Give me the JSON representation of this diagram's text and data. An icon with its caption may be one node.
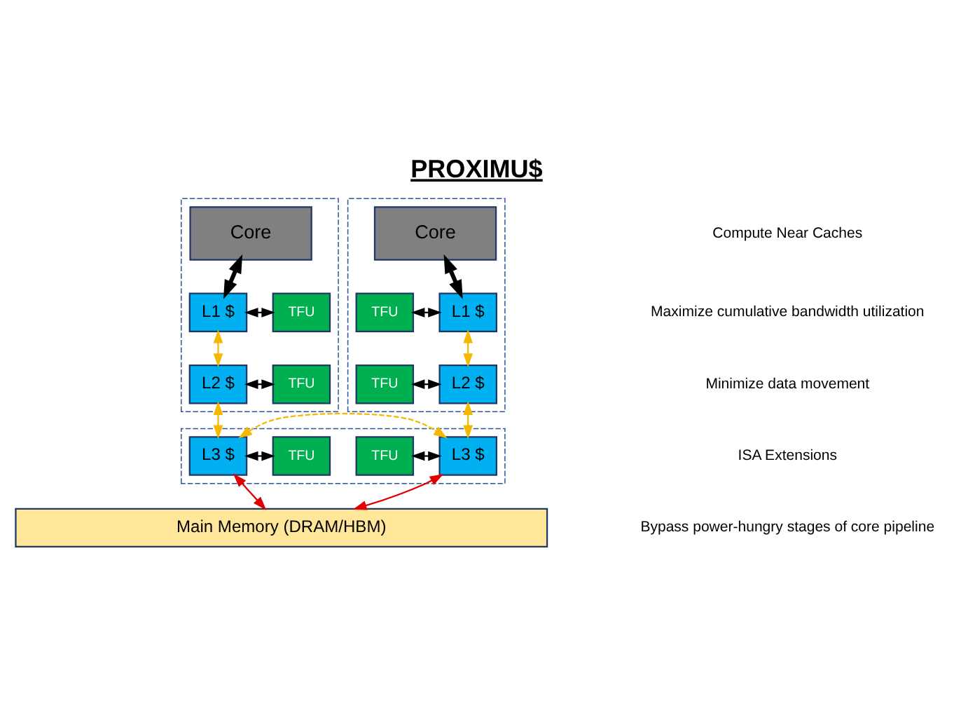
{
  "diagram": {
    "title": "PROXIMU$",
    "nodes": [
      {
        "text": [],
        "shape": "box"
      },
      {
        "text": [
          "Core"
        ],
        "in": 0
      },
      {
        "text": [
          "L1 $"
        ],
        "in": 0
      },
      {
        "text": [
          "TFU"
        ],
        "in": 0
      },
      {
        "text": [
          "L2 $"
        ],
        "in": 0
      },
      {
        "text": [
          "TFU"
        ],
        "in": 0
      },
      {
        "text": [],
        "shape": "box"
      },
      {
        "text": [
          "Core"
        ],
        "in": 6
      },
      {
        "text": [
          "TFU"
        ],
        "in": 6
      },
      {
        "text": [
          "L1 $"
        ],
        "in": 6
      },
      {
        "text": [
          "TFU"
        ],
        "in": 6
      },
      {
        "text": [
          "L2 $"
        ],
        "in": 6
      },
      {
        "text": [],
        "shape": "box"
      },
      {
        "text": [
          "L3 $"
        ],
        "in": 12
      },
      {
        "text": [
          "TFU"
        ],
        "in": 12
      },
      {
        "text": [
          "TFU"
        ],
        "in": 12
      },
      {
        "text": [
          "L3 $"
        ],
        "in": 12
      },
      {
        "text": [
          "Main Memory (DRAM/HBM)"
        ]
      }
    ],
    "edges": [
      {
        "from": 1,
        "to": 2,
        "arrow": "both",
        "style": "thick"
      },
      {
        "from": 2,
        "to": 3,
        "arrow": "both"
      },
      {
        "from": 2,
        "to": 4,
        "arrow": "both",
        "color": "#f5b800"
      },
      {
        "from": 4,
        "to": 5,
        "arrow": "both"
      },
      {
        "from": 4,
        "to": 13,
        "arrow": "both",
        "color": "#f5b800"
      },
      {
        "from": 7,
        "to": 9,
        "arrow": "both",
        "style": "thick"
      },
      {
        "from": 8,
        "to": 9,
        "arrow": "both"
      },
      {
        "from": 9,
        "to": 11,
        "arrow": "both",
        "color": "#f5b800"
      },
      {
        "from": 10,
        "to": 11,
        "arrow": "both"
      },
      {
        "from": 11,
        "to": 16,
        "arrow": "both",
        "color": "#f5b800"
      },
      {
        "from": 13,
        "to": 14,
        "arrow": "both"
      },
      {
        "from": 15,
        "to": 16,
        "arrow": "both"
      },
      {
        "from": 13,
        "to": 16,
        "arrow": "both",
        "style": "dashed",
        "color": "#f5b800"
      },
      {
        "from": 13,
        "to": 17,
        "arrow": "both",
        "color": "#e00000"
      },
      {
        "from": 16,
        "to": 17,
        "arrow": "both",
        "color": "#e00000"
      }
    ],
    "labels": [
      "Compute Near Caches",
      "Maximize cumulative bandwidth utilization",
      "Minimize data movement",
      "ISA Extensions",
      "Bypass power-hungry stages of core pipeline"
    ]
  }
}
